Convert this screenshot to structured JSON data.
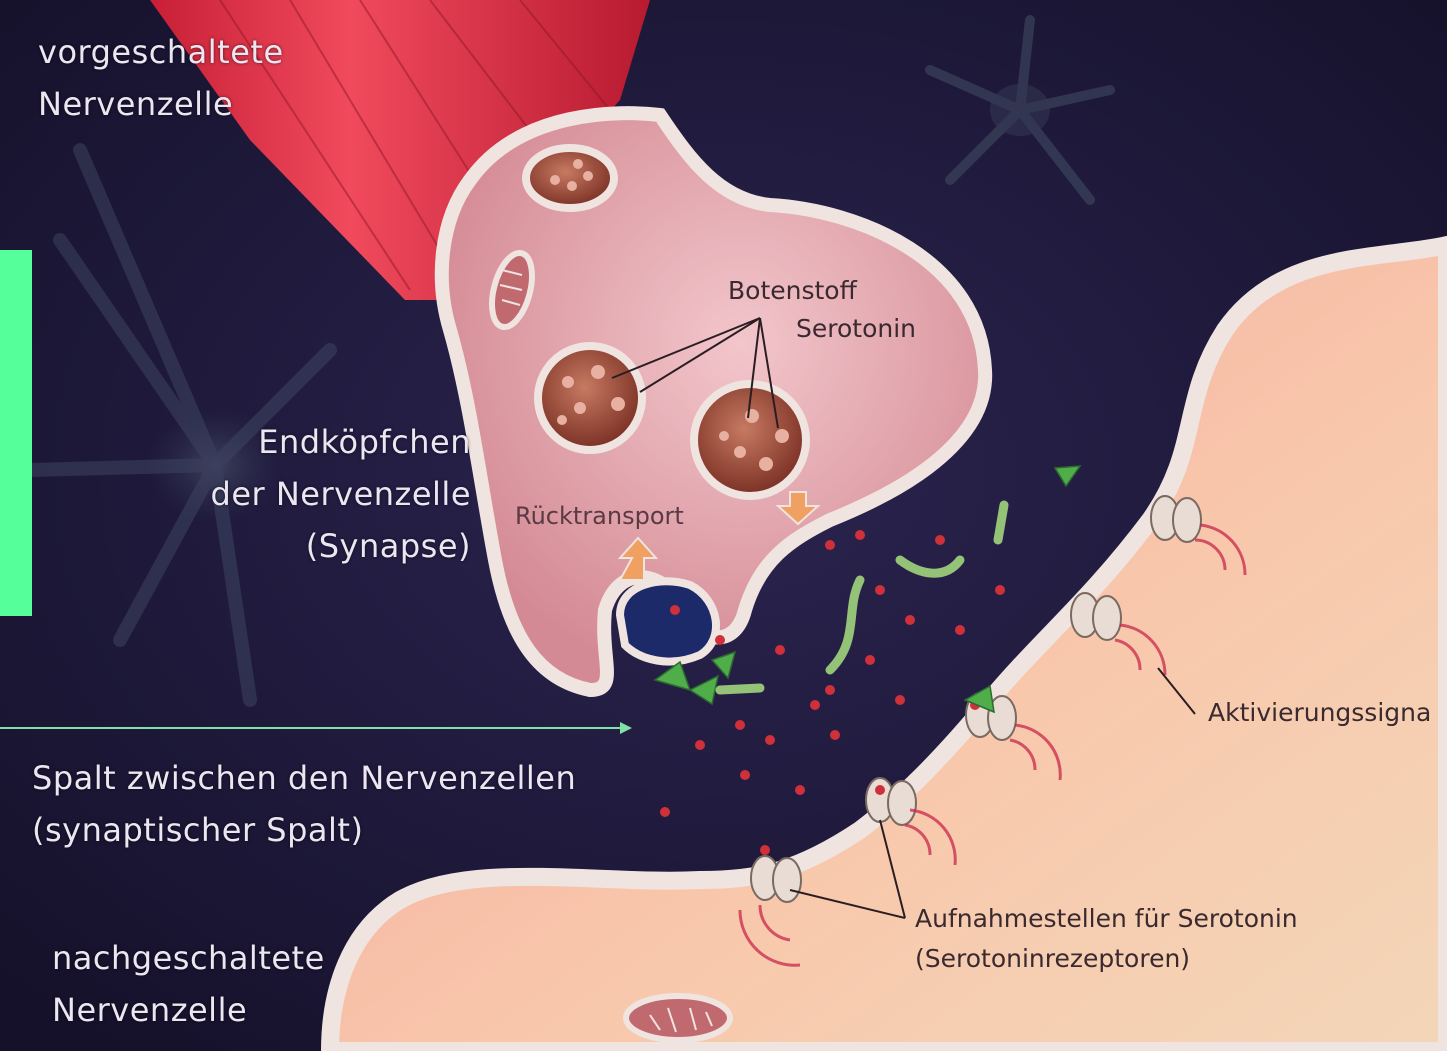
{
  "labels": {
    "presynaptic": [
      "vorgeschaltete",
      "Nervenzelle"
    ],
    "messenger": [
      "Botenstoff",
      "Serotonin"
    ],
    "terminal": [
      "Endköpfchen",
      "der Nervenzelle",
      "(Synapse)"
    ],
    "reuptake": "Rücktransport",
    "activation": "Aktivierungssigna",
    "cleft": [
      "Spalt zwischen den Nervenzellen",
      "(synaptischer Spalt)"
    ],
    "postsynaptic": [
      "nachgeschaltete",
      "Nervenzelle"
    ],
    "receptors": [
      "Aufnahmestellen für Serotonin",
      "(Serotoninrezeptoren)"
    ]
  },
  "colors": {
    "background": "#1e1838",
    "axon": "#e03a4e",
    "terminal_fill": "#e9b3ba",
    "membrane": "#efe4e0",
    "postsynaptic_fill": "#f6c3a6",
    "vesicle": "#9a4a3a",
    "serotonin_dot": "#d0303a",
    "marker": "#55ff99",
    "pointer": "#7fe0a8",
    "reuptake_arrow": "#f0a060",
    "transport_arrow": "#a8e080"
  }
}
